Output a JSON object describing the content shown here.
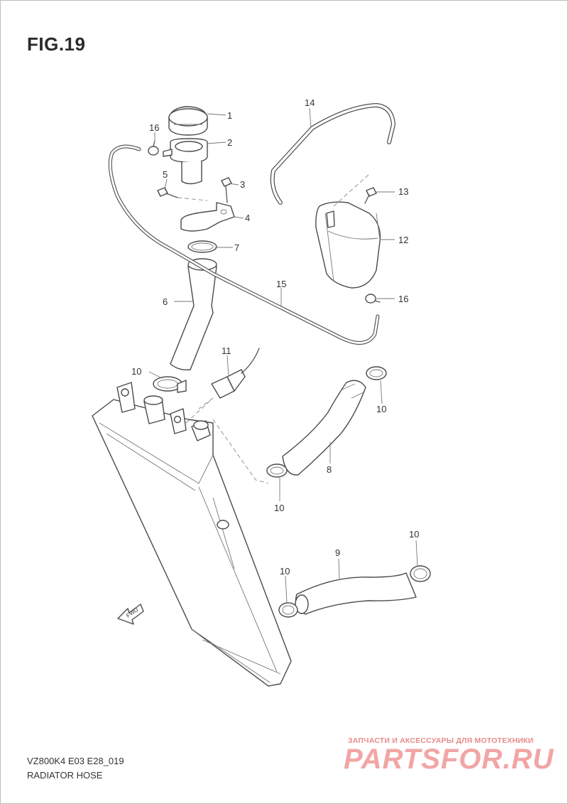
{
  "figure": {
    "title": "FIG.19"
  },
  "callouts": [
    {
      "id": "c1",
      "label": "1"
    },
    {
      "id": "c2",
      "label": "2"
    },
    {
      "id": "c3",
      "label": "3"
    },
    {
      "id": "c4",
      "label": "4"
    },
    {
      "id": "c5",
      "label": "5"
    },
    {
      "id": "c6",
      "label": "6"
    },
    {
      "id": "c7",
      "label": "7"
    },
    {
      "id": "c8",
      "label": "8"
    },
    {
      "id": "c9",
      "label": "9"
    },
    {
      "id": "c10a",
      "label": "10"
    },
    {
      "id": "c10b",
      "label": "10"
    },
    {
      "id": "c10c",
      "label": "10"
    },
    {
      "id": "c10d",
      "label": "10"
    },
    {
      "id": "c10e",
      "label": "10"
    },
    {
      "id": "c11",
      "label": "11"
    },
    {
      "id": "c12",
      "label": "12"
    },
    {
      "id": "c13",
      "label": "13"
    },
    {
      "id": "c14",
      "label": "14"
    },
    {
      "id": "c15",
      "label": "15"
    },
    {
      "id": "c16a",
      "label": "16"
    },
    {
      "id": "c16b",
      "label": "16"
    }
  ],
  "fwd_label": "FWD",
  "footer": {
    "model_code": "VZ800K4 E03 E28_019",
    "caption": "RADIATOR HOSE"
  },
  "watermark": {
    "tagline": "ЗАПЧАСТИ И АКСЕССУАРЫ ДЛЯ МОТОТЕХНИКИ",
    "logo": "PARTSFOR.RU",
    "color": "#f2a5a5"
  }
}
